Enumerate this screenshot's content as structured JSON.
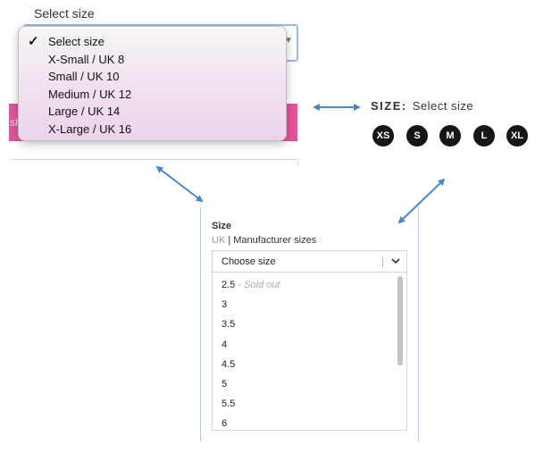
{
  "select_panel": {
    "label": "Select size",
    "pink_button_fragment": "sh",
    "options": [
      {
        "label": "Select size",
        "checked": true
      },
      {
        "label": "X-Small / UK 8",
        "checked": false
      },
      {
        "label": "Small / UK 10",
        "checked": false
      },
      {
        "label": "Medium / UK 12",
        "checked": false
      },
      {
        "label": "Large / UK 14",
        "checked": false
      },
      {
        "label": "X-Large / UK 16",
        "checked": false
      }
    ],
    "check_glyph": "✓",
    "colors": {
      "button": "#e2559a",
      "focus_border": "#9cbbe0",
      "menu_tint": "#ecd3ea"
    }
  },
  "circle_panel": {
    "size_label": "SIZE:",
    "size_value": "Select size",
    "sizes": [
      "XS",
      "S",
      "M",
      "L",
      "XL"
    ],
    "colors": {
      "circle": "#161616",
      "circle_text": "#ffffff"
    }
  },
  "list_panel": {
    "title": "Size",
    "region_active": "UK",
    "region_separator": "|",
    "region_other": "Manufacturer sizes",
    "placeholder": "Choose size",
    "items": [
      {
        "label": "2.5",
        "note": " - Sold out"
      },
      {
        "label": "3",
        "note": ""
      },
      {
        "label": "3.5",
        "note": ""
      },
      {
        "label": "4",
        "note": ""
      },
      {
        "label": "4.5",
        "note": ""
      },
      {
        "label": "5",
        "note": ""
      },
      {
        "label": "5.5",
        "note": ""
      },
      {
        "label": "6",
        "note": ""
      }
    ],
    "icons": {
      "dropdown": "chevron-down-icon"
    }
  },
  "arrows": {
    "color": "#4f86bf",
    "icons": [
      "double-arrow-icon"
    ]
  }
}
